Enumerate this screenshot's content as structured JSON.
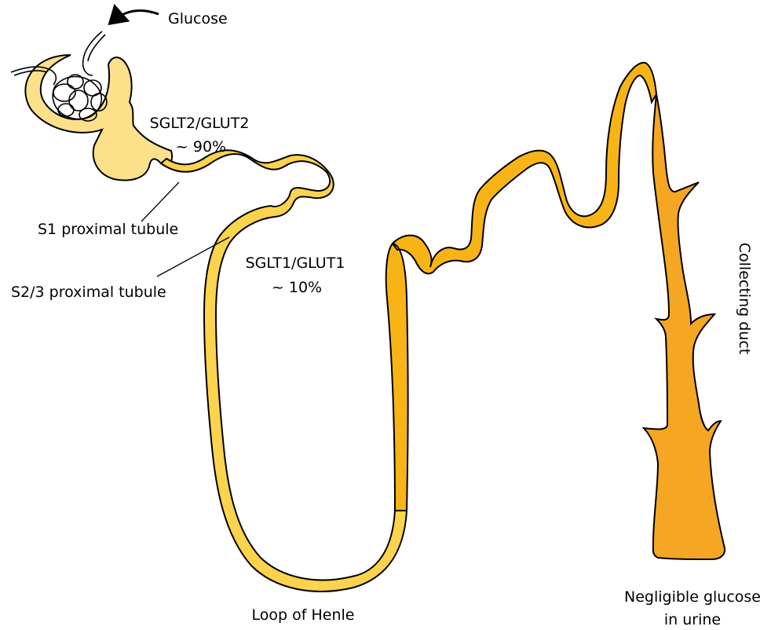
{
  "labels": {
    "glucose": "Glucose",
    "sglt2_transporter": "SGLT2/GLUT2",
    "sglt2_share": "~ 90%",
    "s1_tubule": "S1 proximal tubule",
    "s23_tubule": "S2/3 proximal tubule",
    "sglt1_transporter": "SGLT1/GLUT1",
    "sglt1_share": "~ 10%",
    "collecting_duct": "Collecting duct",
    "loop_of_henle": "Loop of Henle",
    "urine_line1": "Negligible glucose",
    "urine_line2": "in urine"
  },
  "colors": {
    "bowman_capsule": "#fde08a",
    "proximal_tubule": "#fcd34d",
    "loop": "#fbc72e",
    "distal_tubule": "#f8b417",
    "collecting_duct": "#f5a623",
    "outline": "#000000"
  }
}
